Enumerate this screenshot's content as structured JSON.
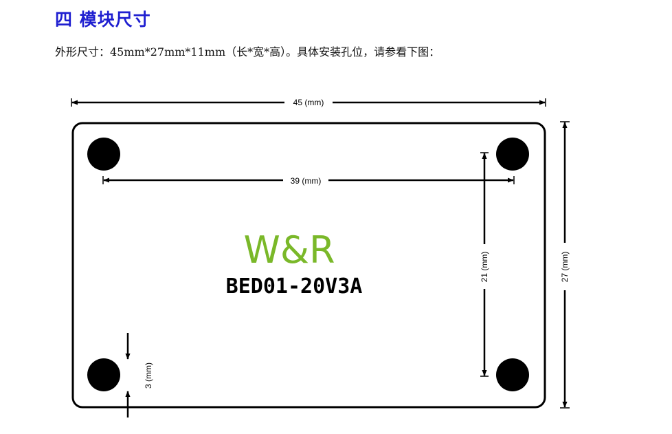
{
  "section": {
    "title": "四 模块尺寸"
  },
  "description": "外形尺寸：45mm*27mm*11mm（长*宽*高）。具体安装孔位，请参看下图：",
  "drawing": {
    "overall_width_label": "45 (mm)",
    "hole_spacing_x_label": "39 (mm)",
    "hole_spacing_y_label": "21 (mm)",
    "overall_height_label": "27 (mm)",
    "edge_offset_label": "3 (mm)",
    "brand": "W&R",
    "model": "BED01-20V3A",
    "colors": {
      "heading": "#1f1fd0",
      "brand": "#7ab829",
      "lines": "#000000"
    }
  }
}
